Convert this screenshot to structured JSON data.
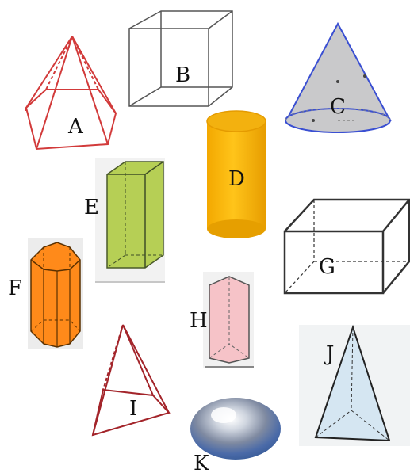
{
  "figure": {
    "shapes": [
      {
        "id": "A",
        "label": "A",
        "kind": "pentagonal-pyramid",
        "color": "#d23a3a"
      },
      {
        "id": "B",
        "label": "B",
        "kind": "cube",
        "color": "#333333"
      },
      {
        "id": "C",
        "label": "C",
        "kind": "cone",
        "color": "#3a4fd2"
      },
      {
        "id": "D",
        "label": "D",
        "kind": "cylinder",
        "color": "#f5b800"
      },
      {
        "id": "E",
        "label": "E",
        "kind": "rectangular-prism",
        "color": "#b6cf55"
      },
      {
        "id": "F",
        "label": "F",
        "kind": "hexagonal-prism",
        "color": "#ff8a1a"
      },
      {
        "id": "G",
        "label": "G",
        "kind": "rectangular-box",
        "color": "#333333"
      },
      {
        "id": "H",
        "label": "H",
        "kind": "triangular-prism",
        "color": "#f6c3c8"
      },
      {
        "id": "I",
        "label": "I",
        "kind": "square-pyramid",
        "color": "#a3242a"
      },
      {
        "id": "J",
        "label": "J",
        "kind": "triangular-pyramid",
        "color": "#d5e6f2"
      },
      {
        "id": "K",
        "label": "K",
        "kind": "ellipsoid",
        "color": "#6e86bf"
      }
    ]
  }
}
